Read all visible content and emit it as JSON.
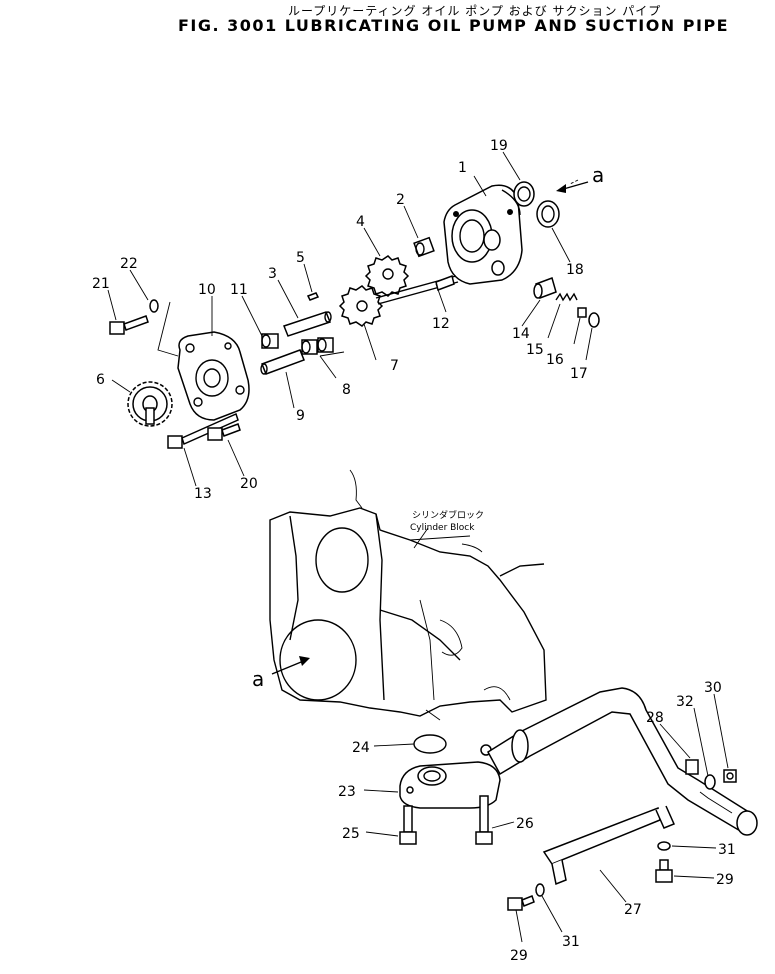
{
  "title": {
    "japanese": "ループリケーティング オイル ポンプ および サクション パイプ",
    "english": "FIG. 3001 LUBRICATING OIL PUMP AND SUCTION PIPE"
  },
  "annotations": {
    "cylinder_block_jp": "シリンダブロック",
    "cylinder_block_en": "Cylinder Block",
    "view_letter_top": "a",
    "view_letter_bottom": "a"
  },
  "callouts": [
    "1",
    "2",
    "3",
    "4",
    "5",
    "6",
    "7",
    "8",
    "9",
    "10",
    "11",
    "12",
    "13",
    "14",
    "15",
    "16",
    "17",
    "18",
    "19",
    "20",
    "21",
    "22",
    "23",
    "24",
    "25",
    "26",
    "27",
    "28",
    "29",
    "29",
    "30",
    "31",
    "31",
    "32"
  ]
}
